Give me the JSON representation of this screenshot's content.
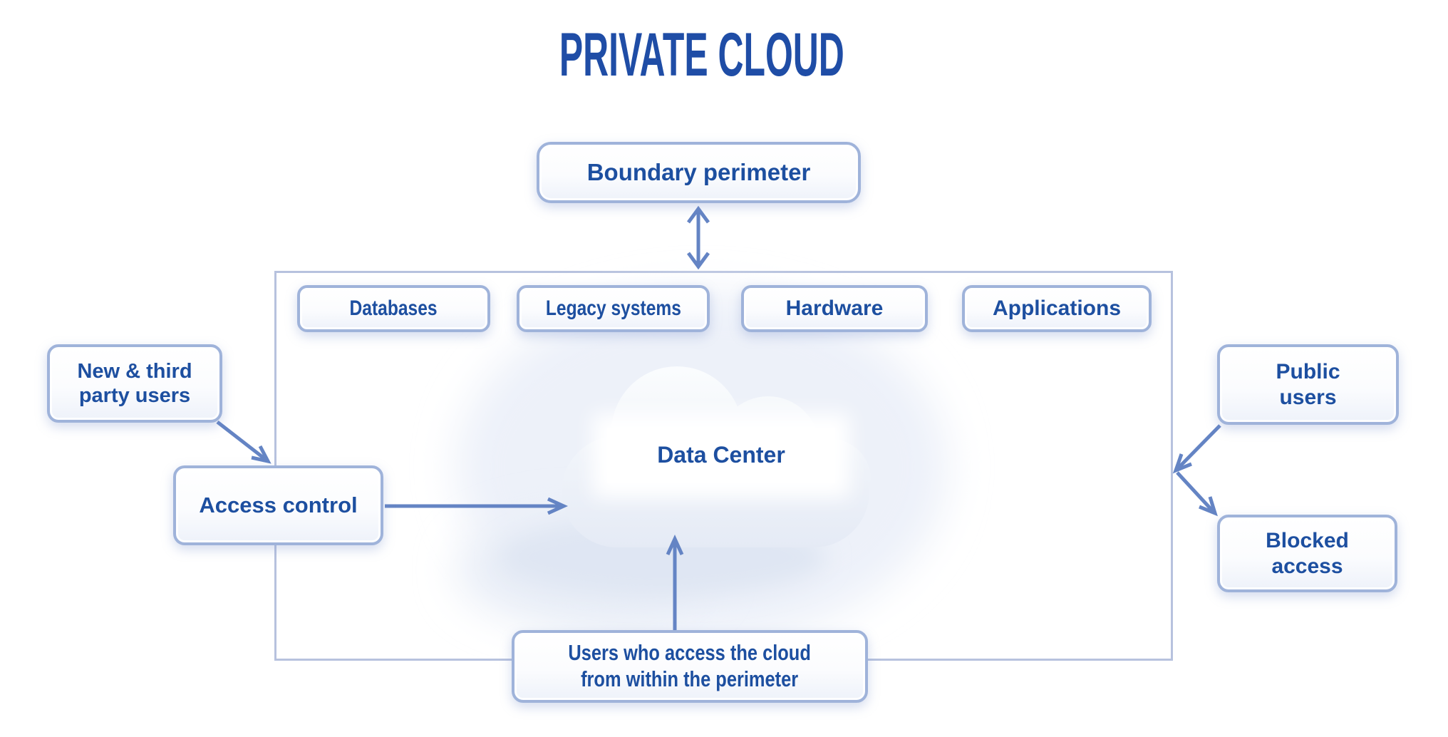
{
  "title": "PRIVATE CLOUD",
  "palette": {
    "text_blue": "#1d4fa0",
    "title_blue": "#1f4da6",
    "box_border": "#9fb3da",
    "container_border": "#b7c2de",
    "arrow": "#6484c4",
    "cloud_fill_top": "#fbfdfe",
    "cloud_fill_bottom": "#e2e8f4"
  },
  "boxes": {
    "boundary_perimeter": {
      "label": "Boundary perimeter"
    },
    "databases": {
      "label": "Databases"
    },
    "legacy_systems": {
      "label": "Legacy systems"
    },
    "hardware": {
      "label": "Hardware"
    },
    "applications": {
      "label": "Applications"
    },
    "new_third_party_users": {
      "label": "New & third\nparty users"
    },
    "access_control": {
      "label": "Access control"
    },
    "data_center": {
      "label": "Data Center"
    },
    "public_users": {
      "label": "Public\nusers"
    },
    "blocked_access": {
      "label": "Blocked\naccess"
    },
    "internal_users": {
      "label": "Users who access the cloud\nfrom within the perimeter"
    }
  }
}
